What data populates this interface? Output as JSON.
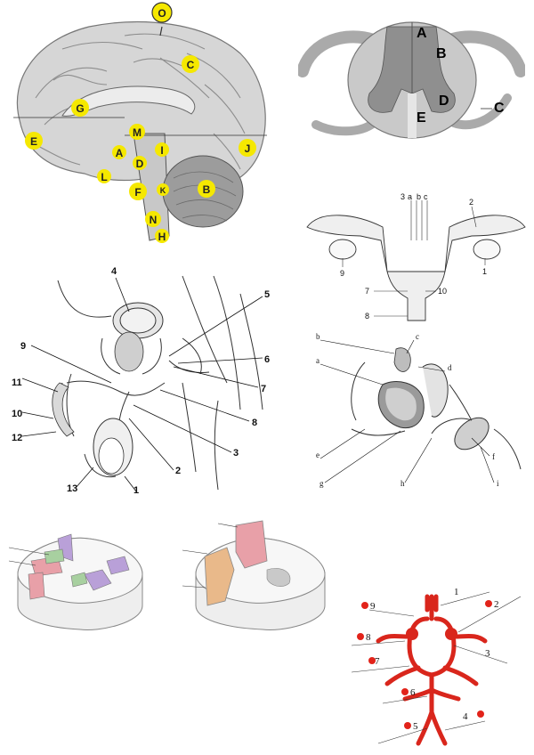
{
  "brain": {
    "labels": [
      "O",
      "C",
      "G",
      "E",
      "M",
      "A",
      "I",
      "D",
      "J",
      "L",
      "F",
      "K",
      "B",
      "N",
      "H"
    ]
  },
  "spinal_top": {
    "labels": [
      "A",
      "B",
      "D",
      "E",
      "C"
    ]
  },
  "uterus": {
    "labels": [
      "3",
      "a",
      "b",
      "c",
      "2",
      "9",
      "1",
      "7",
      "10",
      "8"
    ]
  },
  "male_pelvis": {
    "labels": [
      "4",
      "5",
      "9",
      "6",
      "11",
      "7",
      "8",
      "10",
      "12",
      "3",
      "2",
      "13",
      "1"
    ]
  },
  "female_pelvis": {
    "labels": [
      "b",
      "a",
      "c",
      "d",
      "e",
      "f",
      "g",
      "h",
      "i"
    ]
  },
  "circle_willis": {
    "labels": [
      "1",
      "2",
      "9",
      "8",
      "3",
      "7",
      "6",
      "4",
      "5"
    ]
  },
  "colors": {
    "label_fill": "#f5e800",
    "artery": "#d9261c",
    "pin": "#e2231a",
    "pink_tract": "#e8a0a8",
    "orange_tract": "#e9b98a",
    "purple_tract": "#b9a0d8",
    "green_tract": "#a8d0a0"
  }
}
